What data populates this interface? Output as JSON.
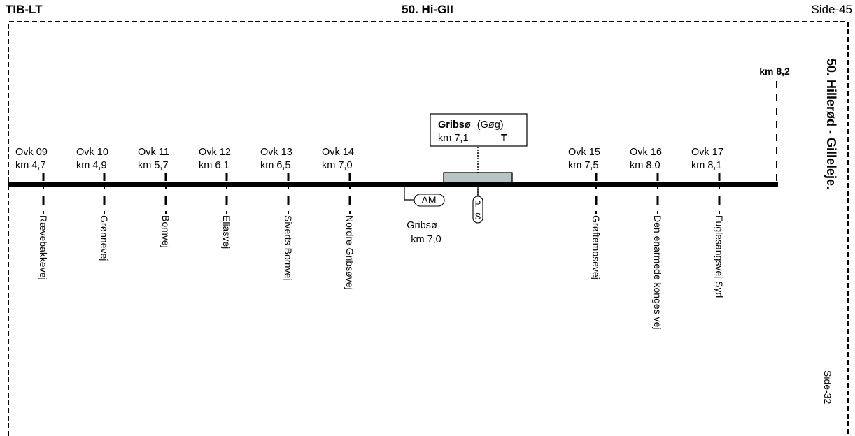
{
  "header": {
    "left": "TIB-LT",
    "center": "50. Hi-GII",
    "right": "Side-45"
  },
  "line_title": "50. Hillerød - Gilleleje.",
  "end_km": "km 8,2",
  "station": {
    "name": "Gribsø",
    "code": "(Gøg)",
    "km": "km 7,1",
    "flag": "T"
  },
  "crossings": [
    {
      "ovk": "Ovk 09",
      "km": "km 4,7",
      "road": "Rævebakkevej"
    },
    {
      "ovk": "Ovk 10",
      "km": "km 4,9",
      "road": "Grønnevej"
    },
    {
      "ovk": "Ovk 11",
      "km": "km 5,7",
      "road": "Bomvej"
    },
    {
      "ovk": "Ovk 12",
      "km": "km 6,1",
      "road": "Eliasvej"
    },
    {
      "ovk": "Ovk 13",
      "km": "km 6,5",
      "road": "Siverts Bomvej"
    },
    {
      "ovk": "Ovk 14",
      "km": "km 7,0",
      "road": "Nordre Gribsøvej"
    },
    {
      "ovk": "Ovk 15",
      "km": "km 7,5",
      "road": "Grøftemosevej"
    },
    {
      "ovk": "Ovk 16",
      "km": "km 8,0",
      "road": "Den enarmede konges vej"
    },
    {
      "ovk": "Ovk 17",
      "km": "km 8,1",
      "road": "Fuglesangsvej Syd"
    }
  ],
  "am_signal": {
    "label": "AM",
    "name": "Gribsø",
    "km": "km 7,0"
  },
  "ps_sign": {
    "top": "P",
    "bottom": "S"
  },
  "side_ref": "Side-32"
}
